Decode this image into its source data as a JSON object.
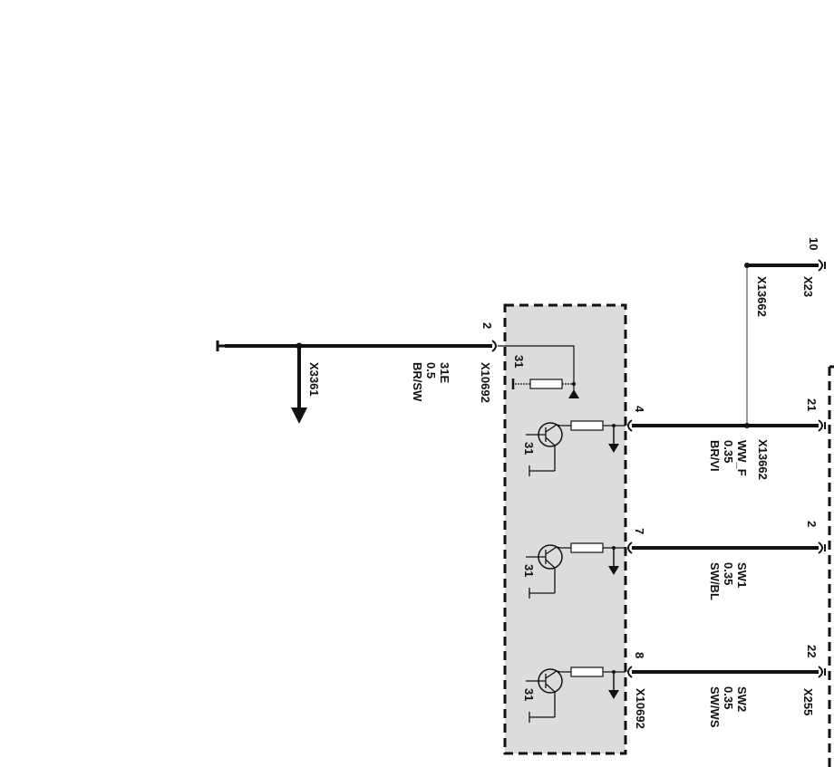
{
  "component_module": {
    "connector": "X10692",
    "ground_labels": [
      "31",
      "31",
      "31",
      "31"
    ]
  },
  "ground_wire": {
    "pin": "2",
    "connector": "X10692",
    "signal": "31E",
    "cross_section": "0.5",
    "color": "BR/SW",
    "ground_point": "X3361"
  },
  "top_connector": {
    "pin": "10",
    "connector": "X23"
  },
  "splice": {
    "top_label": "X13662",
    "bottom_label": "X13662"
  },
  "wires": [
    {
      "module_pin": "4",
      "target_pin": "21",
      "signal": "WW_F",
      "cross_section": "0.35",
      "color": "BR/VI"
    },
    {
      "module_pin": "7",
      "target_pin": "2",
      "signal": "SW1",
      "cross_section": "0.35",
      "color": "SW/BL"
    },
    {
      "module_pin": "8",
      "target_pin": "22",
      "signal": "SW2",
      "cross_section": "0.35",
      "color": "SW/WS"
    }
  ],
  "target_connector": "X255"
}
